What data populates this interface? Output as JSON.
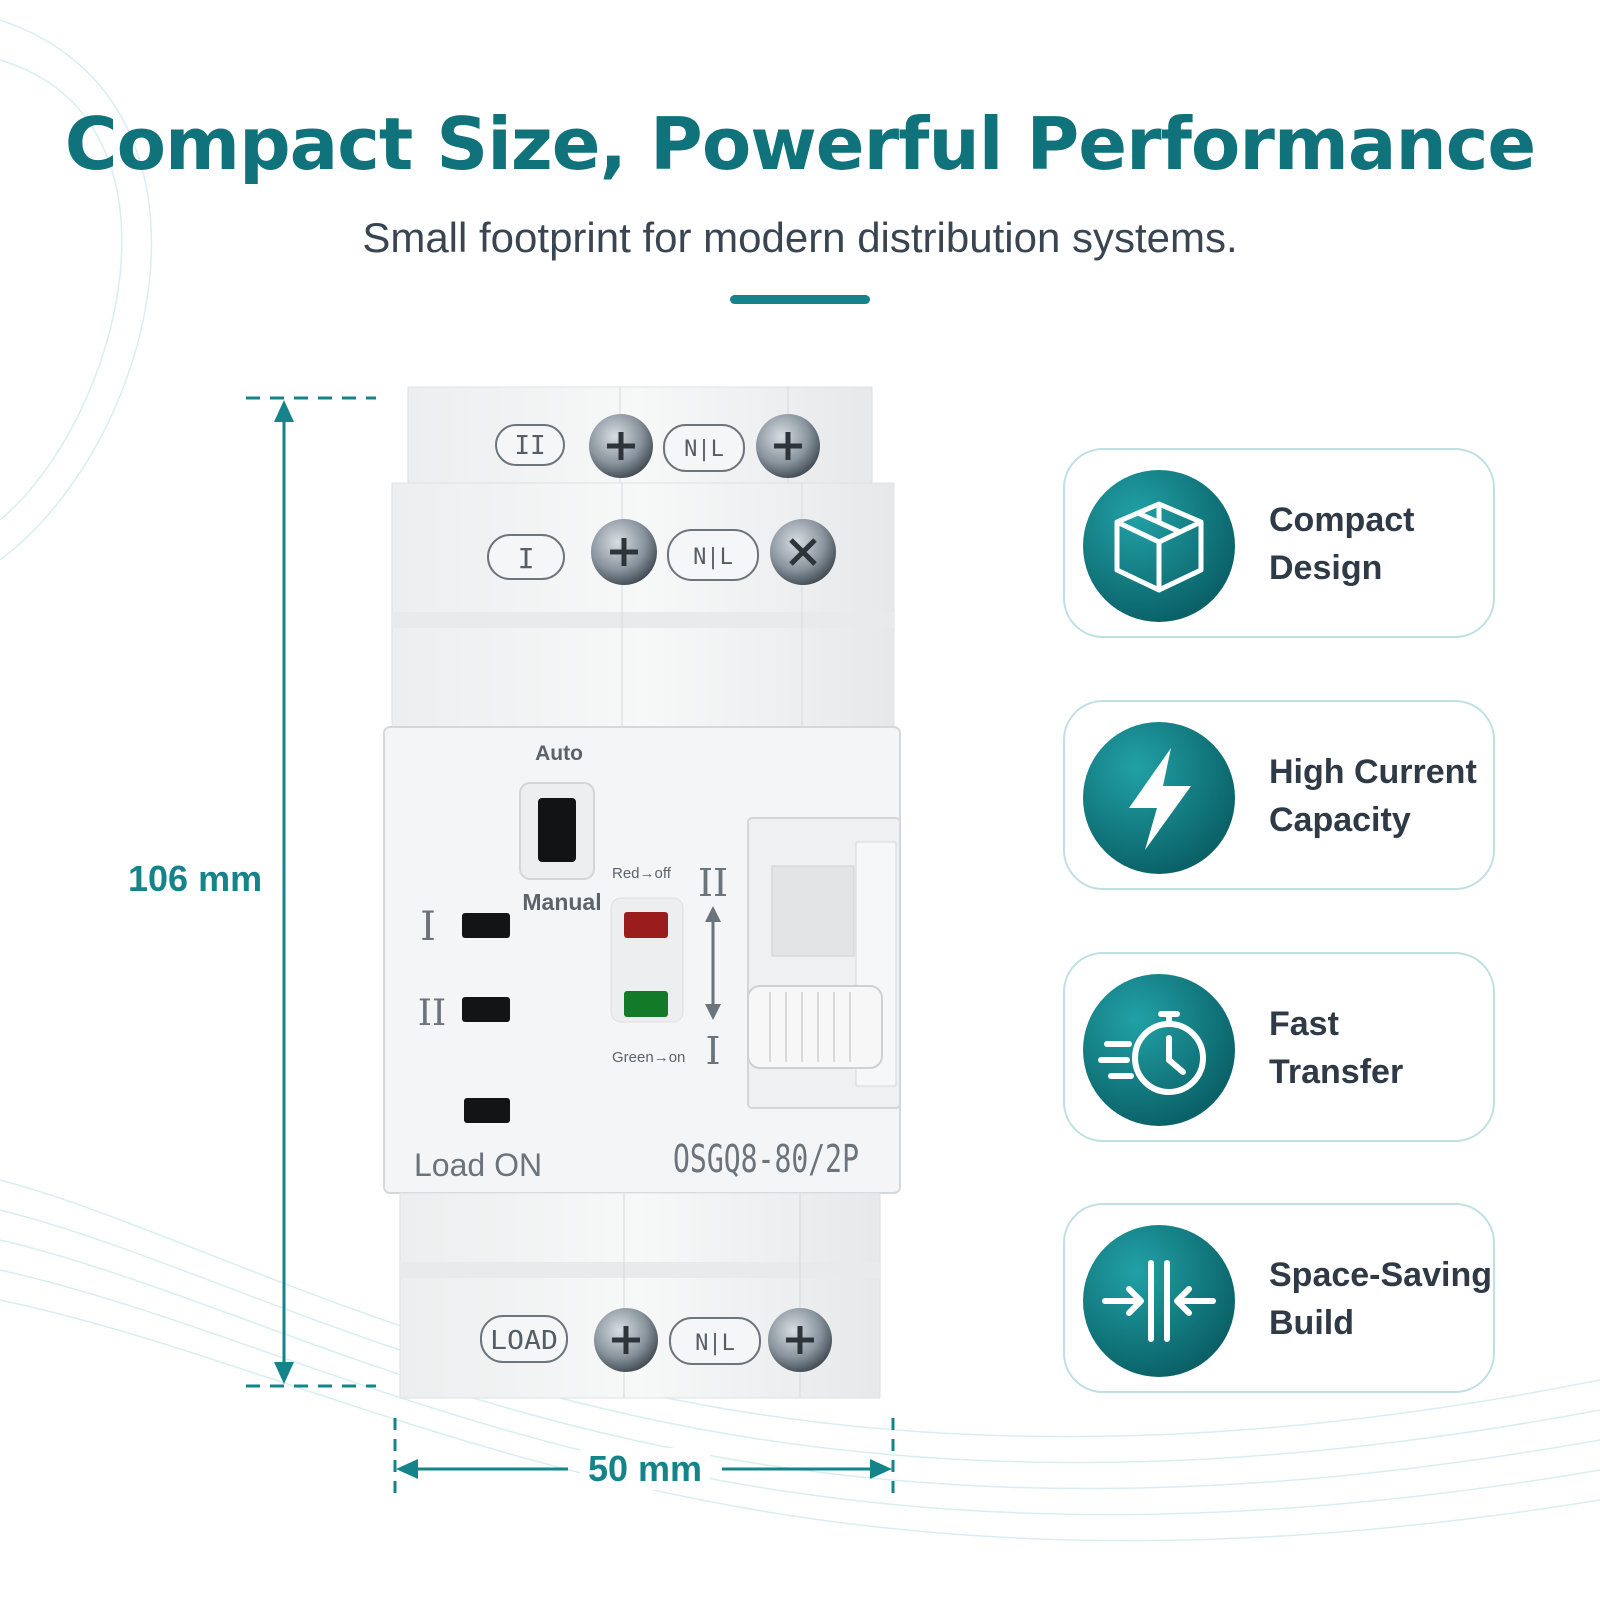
{
  "header": {
    "title": "Compact Size, Powerful Performance",
    "subtitle": "Small footprint for modern distribution systems."
  },
  "dimensions": {
    "height_label": "106 mm",
    "width_label": "50 mm"
  },
  "device": {
    "top_row_1": {
      "left_label": "II",
      "mid_label": "N|L"
    },
    "top_row_2": {
      "left_label": "I",
      "mid_label": "N|L"
    },
    "auto_label": "Auto",
    "manual_label": "Manual",
    "indicator_red_label": "Red→off",
    "indicator_green_label": "Green→on",
    "position_top": "II",
    "position_bottom": "I",
    "light_label_1": "I",
    "light_label_2": "II",
    "load_on_label": "Load ON",
    "model": "OSGQ8-80/2P",
    "bottom_row": {
      "left_label": "LOAD",
      "mid_label": "N|L"
    },
    "colors": {
      "red": "#9b1c1c",
      "green": "#137a2a",
      "body": "#f3f4f5"
    }
  },
  "features": [
    {
      "icon": "box-icon",
      "line1": "Compact",
      "line2": "Design"
    },
    {
      "icon": "lightning-icon",
      "line1": "High Current",
      "line2": "Capacity"
    },
    {
      "icon": "stopwatch-icon",
      "line1": "Fast",
      "line2": "Transfer"
    },
    {
      "icon": "compress-icon",
      "line1": "Space-Saving",
      "line2": "Build"
    }
  ],
  "accent_color": "#15838a"
}
